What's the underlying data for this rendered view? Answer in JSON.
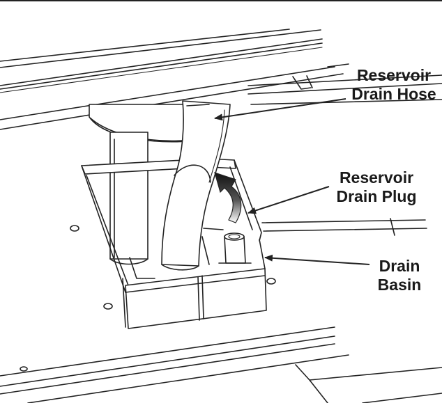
{
  "labels": {
    "drain_hose": {
      "line1": "Reservoir",
      "line2": "Drain Hose"
    },
    "drain_plug": {
      "line1": "Reservoir",
      "line2": "Drain Plug"
    },
    "drain_basin": {
      "line1": "Drain",
      "line2": "Basin"
    }
  },
  "colors": {
    "line": "#222222",
    "background": "#ffffff",
    "text": "#1a1a1a"
  }
}
